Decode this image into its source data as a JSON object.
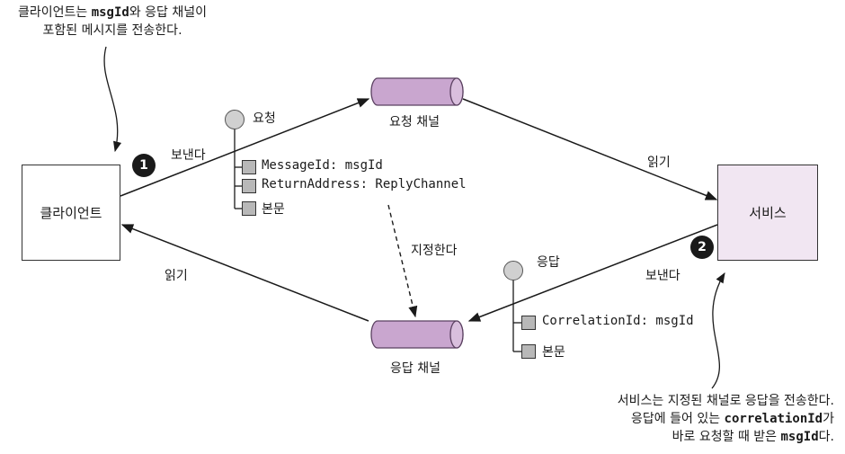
{
  "notes": {
    "client_note": {
      "line1": {
        "a": "클라이언트는 ",
        "code": "msgId",
        "b": "와 응답 채널이"
      },
      "line2": "포함된 메시지를 전송한다."
    },
    "service_note": {
      "line1": "서비스는 지정된 채널로 응답을 전송한다.",
      "line2": {
        "a": "응답에 들어 있는 ",
        "code": "correlationId",
        "b": "가"
      },
      "line3": {
        "a": "바로 요청할 때 받은 ",
        "code": "msgId",
        "b": "다."
      }
    }
  },
  "nodes": {
    "client": "클라이언트",
    "service": "서비스",
    "request_channel": "요청 채널",
    "reply_channel": "응답 채널"
  },
  "edges": {
    "client_sends": "보낸다",
    "service_reads": "읽기",
    "service_sends": "보낸다",
    "client_reads": "읽기",
    "specifies": "지정한다"
  },
  "steps": [
    "1",
    "2"
  ],
  "request_message": {
    "title": "요청",
    "fields": [
      "MessageId: msgId",
      "ReturnAddress: ReplyChannel"
    ],
    "body": "본문"
  },
  "reply_message": {
    "title": "응답",
    "fields": [
      "CorrelationId: msgId"
    ],
    "body": "본문"
  },
  "colors": {
    "channel_fill": "#c9a6cf",
    "channel_stroke": "#5a4060",
    "service_fill": "#f1e6f2",
    "header_fill": "#ffffff",
    "line": "#1a1a1a"
  }
}
